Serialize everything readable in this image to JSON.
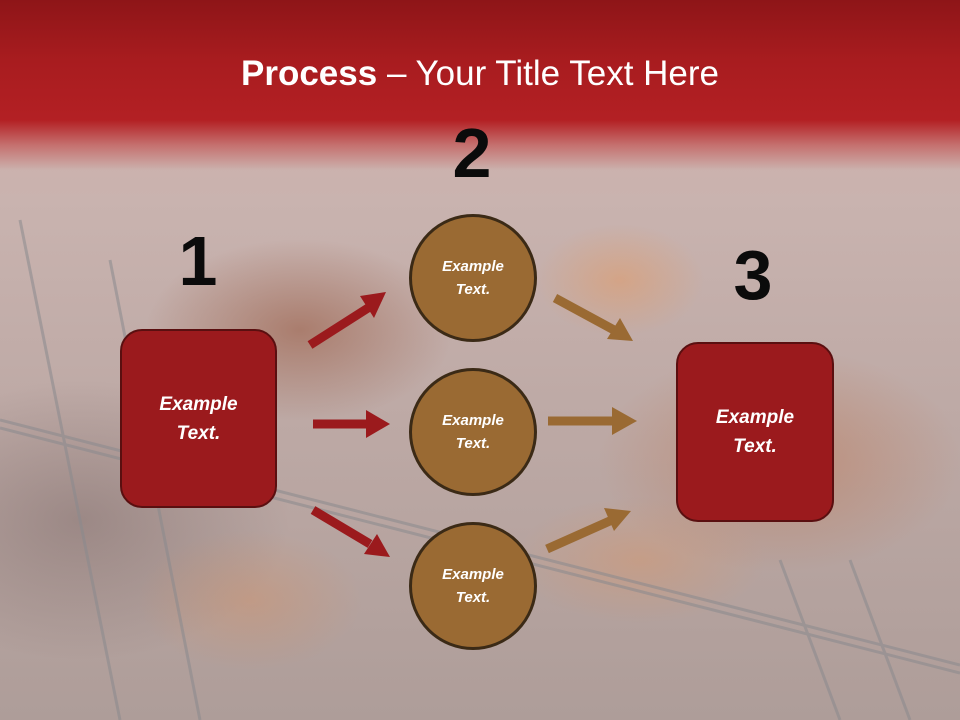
{
  "title": {
    "bold": "Process",
    "rest": " – Your Title Text Here"
  },
  "numbers": {
    "n1": "1",
    "n2": "2",
    "n3": "3"
  },
  "left_box": {
    "line1": "Example",
    "line2": "Text."
  },
  "circles": [
    {
      "line1": "Example",
      "line2": "Text."
    },
    {
      "line1": "Example",
      "line2": "Text."
    },
    {
      "line1": "Example",
      "line2": "Text."
    }
  ],
  "right_box": {
    "line1": "Example",
    "line2": "Text."
  },
  "colors": {
    "header_red": "#a81c1f",
    "box_red": "#9b1a1d",
    "circle_brown": "#9a6a33",
    "arrow_red": "#9b1a1d",
    "arrow_brown": "#9a6a33"
  }
}
